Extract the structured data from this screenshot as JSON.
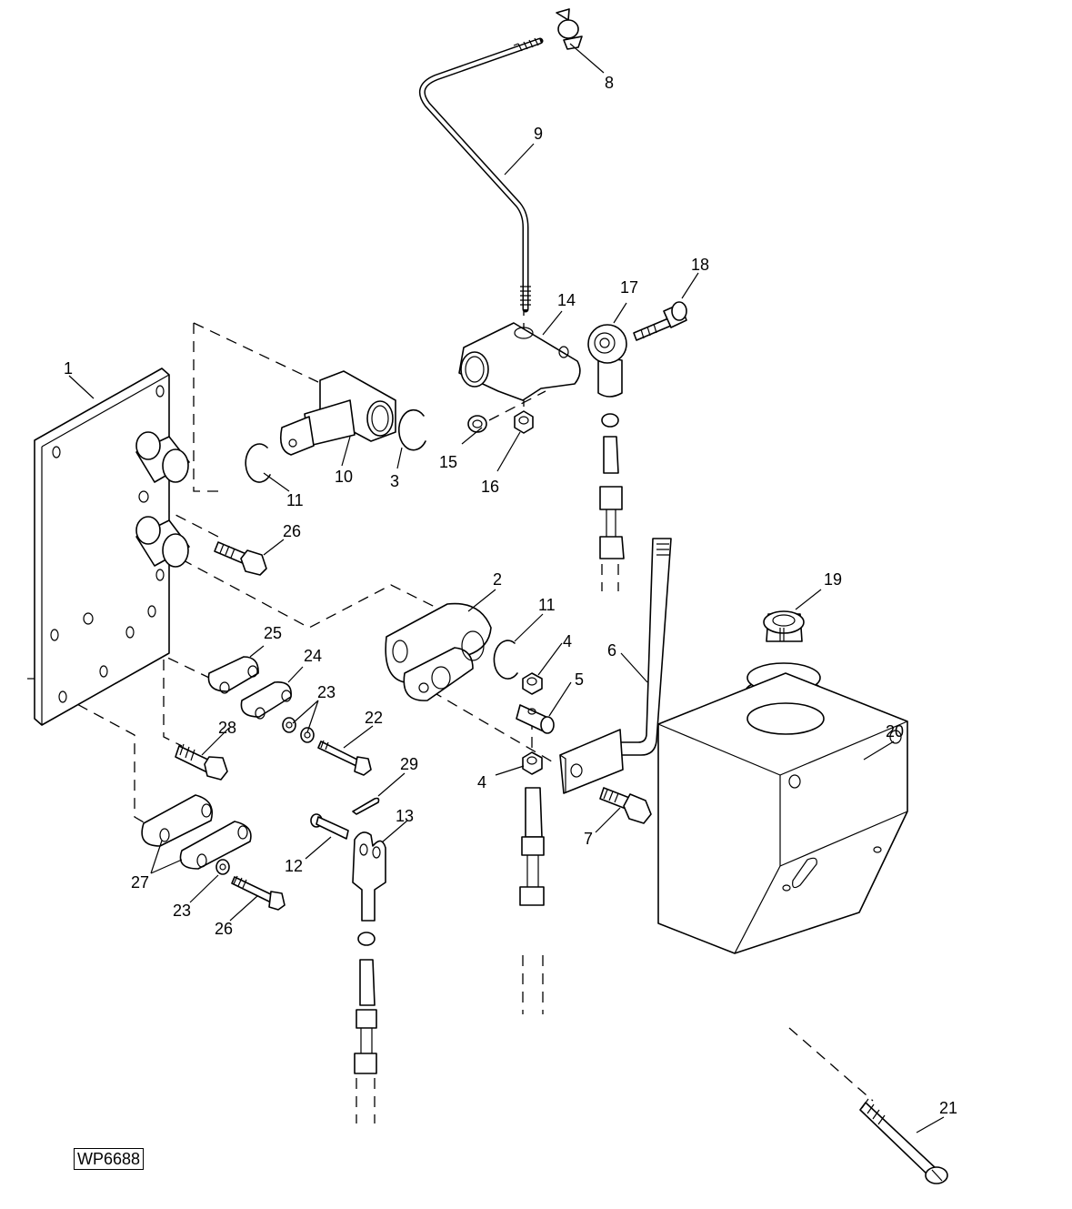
{
  "figure_id": "WP6688",
  "diagram_type": "exploded parts view",
  "callouts": [
    {
      "id": "c1",
      "label": "1",
      "part": "mounting-plate"
    },
    {
      "id": "c2",
      "label": "2",
      "part": "bellcrank-lever"
    },
    {
      "id": "c3",
      "label": "3",
      "part": "snap-ring"
    },
    {
      "id": "c4a",
      "label": "4",
      "part": "nut-upper"
    },
    {
      "id": "c4b",
      "label": "4",
      "part": "nut-lower"
    },
    {
      "id": "c5",
      "label": "5",
      "part": "swivel-pin"
    },
    {
      "id": "c6",
      "label": "6",
      "part": "rod-with-bracket"
    },
    {
      "id": "c7",
      "label": "7",
      "part": "bolt"
    },
    {
      "id": "c8",
      "label": "8",
      "part": "wing-nut"
    },
    {
      "id": "c9",
      "label": "9",
      "part": "control-rod"
    },
    {
      "id": "c10",
      "label": "10",
      "part": "pivot-block"
    },
    {
      "id": "c11a",
      "label": "11",
      "part": "snap-ring-upper"
    },
    {
      "id": "c11b",
      "label": "11",
      "part": "snap-ring-lower"
    },
    {
      "id": "c12",
      "label": "12",
      "part": "clevis-pin"
    },
    {
      "id": "c13",
      "label": "13",
      "part": "clevis"
    },
    {
      "id": "c14",
      "label": "14",
      "part": "lever-block"
    },
    {
      "id": "c15",
      "label": "15",
      "part": "nut"
    },
    {
      "id": "c16",
      "label": "16",
      "part": "lock-nut"
    },
    {
      "id": "c17",
      "label": "17",
      "part": "rod-end"
    },
    {
      "id": "c18",
      "label": "18",
      "part": "shoulder-bolt"
    },
    {
      "id": "c19",
      "label": "19",
      "part": "filler-cap"
    },
    {
      "id": "c20",
      "label": "20",
      "part": "tank"
    },
    {
      "id": "c21",
      "label": "21",
      "part": "screw"
    },
    {
      "id": "c22",
      "label": "22",
      "part": "bolt"
    },
    {
      "id": "c23a",
      "label": "23",
      "part": "washers"
    },
    {
      "id": "c23b",
      "label": "23",
      "part": "washer"
    },
    {
      "id": "c24",
      "label": "24",
      "part": "cable-clamp-half"
    },
    {
      "id": "c25",
      "label": "25",
      "part": "cable-clamp-half"
    },
    {
      "id": "c26a",
      "label": "26",
      "part": "bolt-upper"
    },
    {
      "id": "c26b",
      "label": "26",
      "part": "bolt-lower"
    },
    {
      "id": "c27",
      "label": "27",
      "part": "cable-clamp"
    },
    {
      "id": "c28",
      "label": "28",
      "part": "bolt"
    },
    {
      "id": "c29",
      "label": "29",
      "part": "cotter-pin"
    }
  ]
}
